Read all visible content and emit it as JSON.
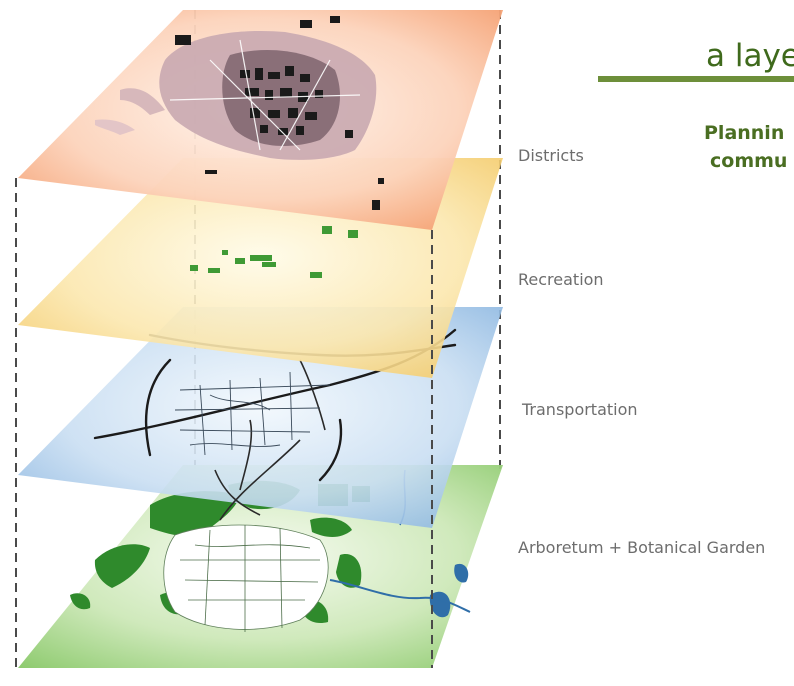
{
  "title": "a laye",
  "subtitle_lines": [
    "Plannin",
    "commu"
  ],
  "layers": [
    {
      "label": "Districts",
      "color": "#f39a6b"
    },
    {
      "label": "Recreation",
      "color": "#f5cc6a"
    },
    {
      "label": "Transportation",
      "color": "#8ab7e2"
    },
    {
      "label": "Arboretum + Botanical Garden",
      "color": "#8fcd6e"
    }
  ],
  "accent_color": "#5e8a2e"
}
